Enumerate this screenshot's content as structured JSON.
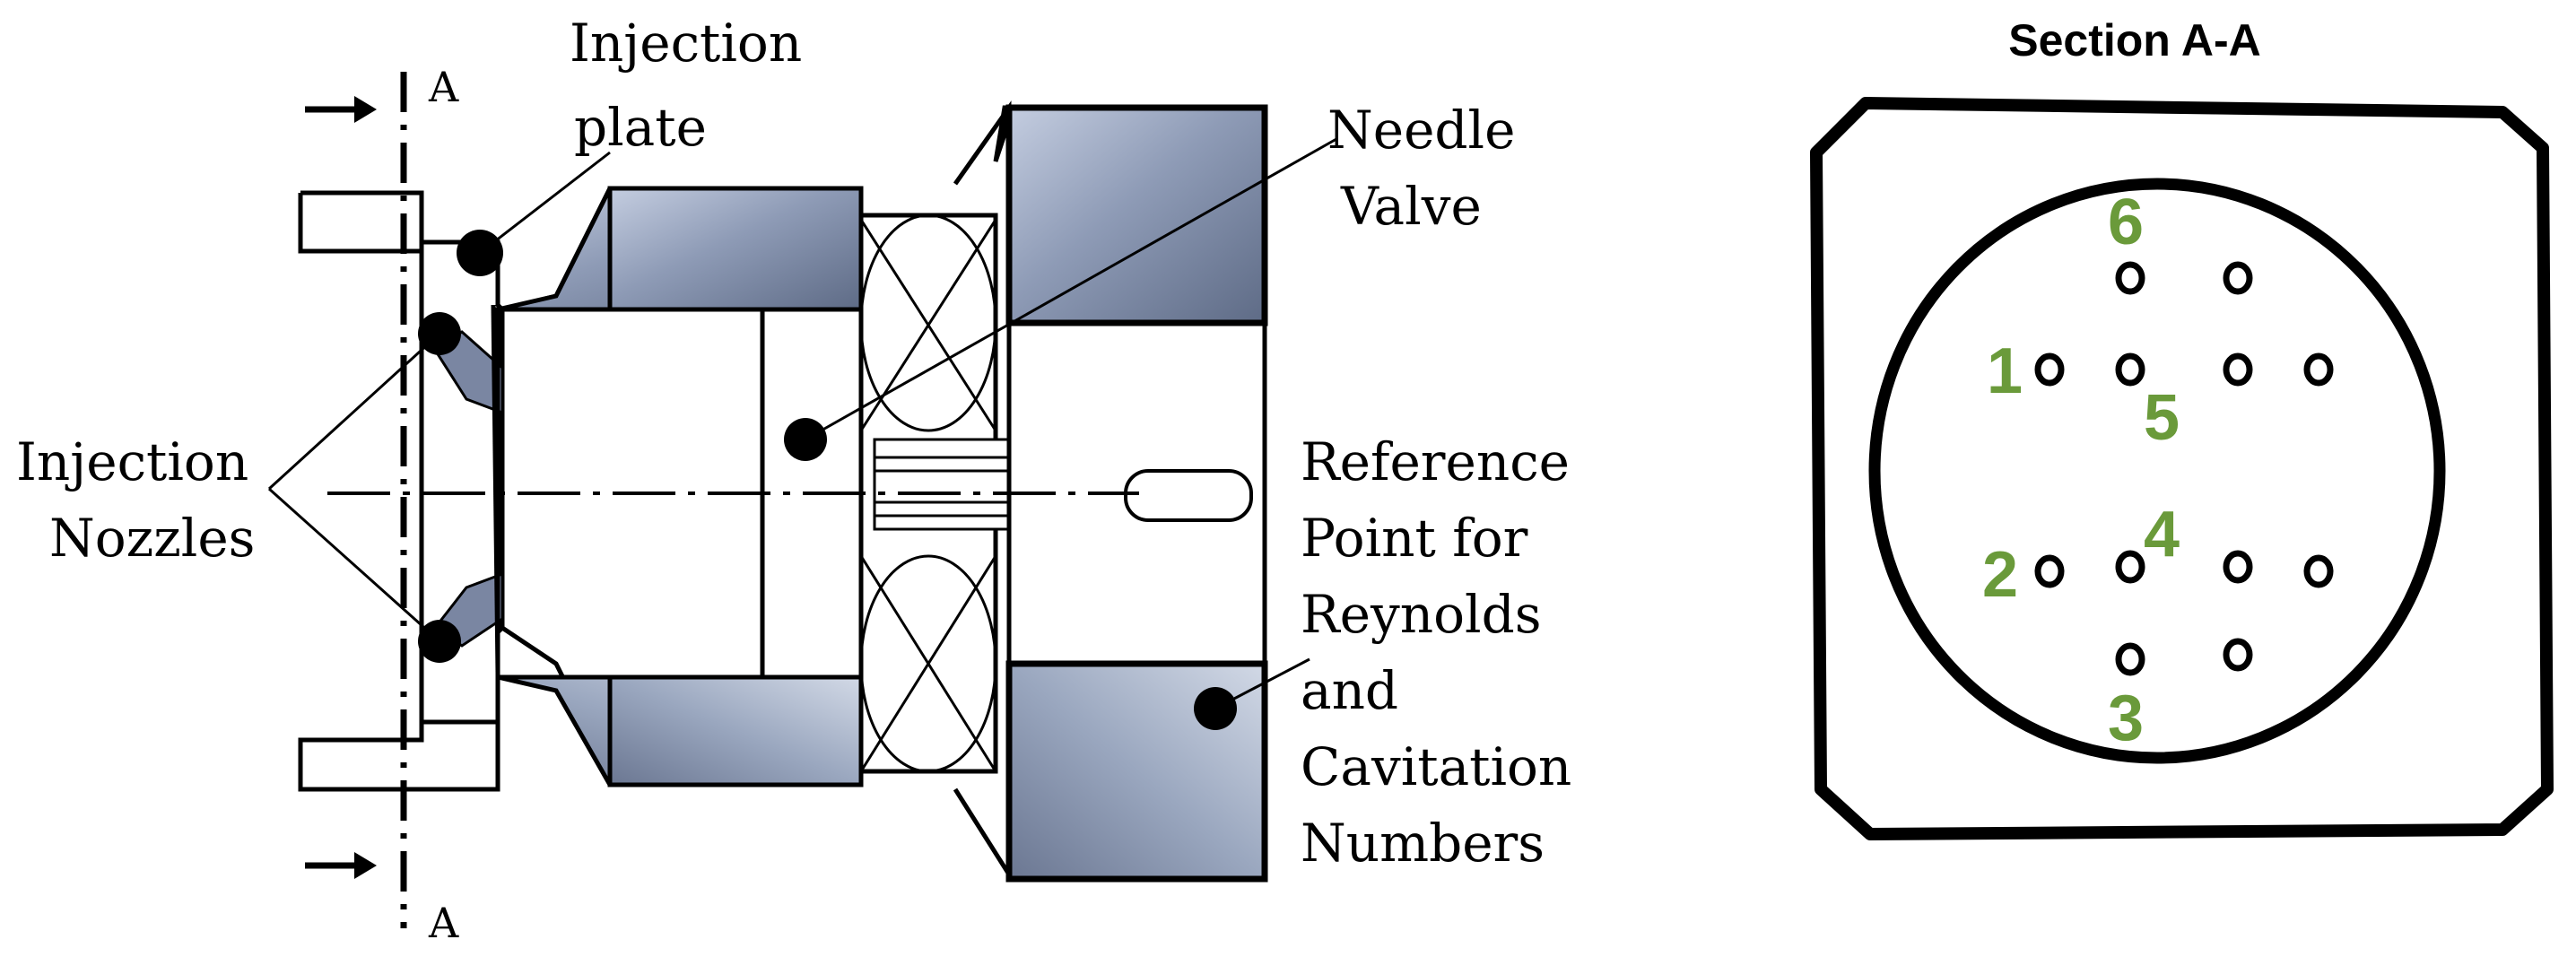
{
  "figure": {
    "injection_diagram": {
      "label_injection_plate": [
        "Injection",
        "plate"
      ],
      "label_needle_valve": [
        "Needle",
        "Valve"
      ],
      "label_injection_nozzles": [
        "Injection",
        "Nozzles"
      ],
      "label_reference_point": [
        "Reference",
        "Point for",
        "Reynolds",
        "and",
        "Cavitation",
        "Numbers"
      ],
      "section_marker_top": "A",
      "section_marker_bottom": "A"
    },
    "section_view": {
      "title": "Section A-A",
      "hole_labels": [
        "1",
        "2",
        "3",
        "4",
        "5",
        "6"
      ],
      "label_color": "#6a9a3a"
    },
    "colors": {
      "line": "#000000",
      "metal_fill": "#8f9db6",
      "metal_light": "#c9d2e2"
    }
  }
}
